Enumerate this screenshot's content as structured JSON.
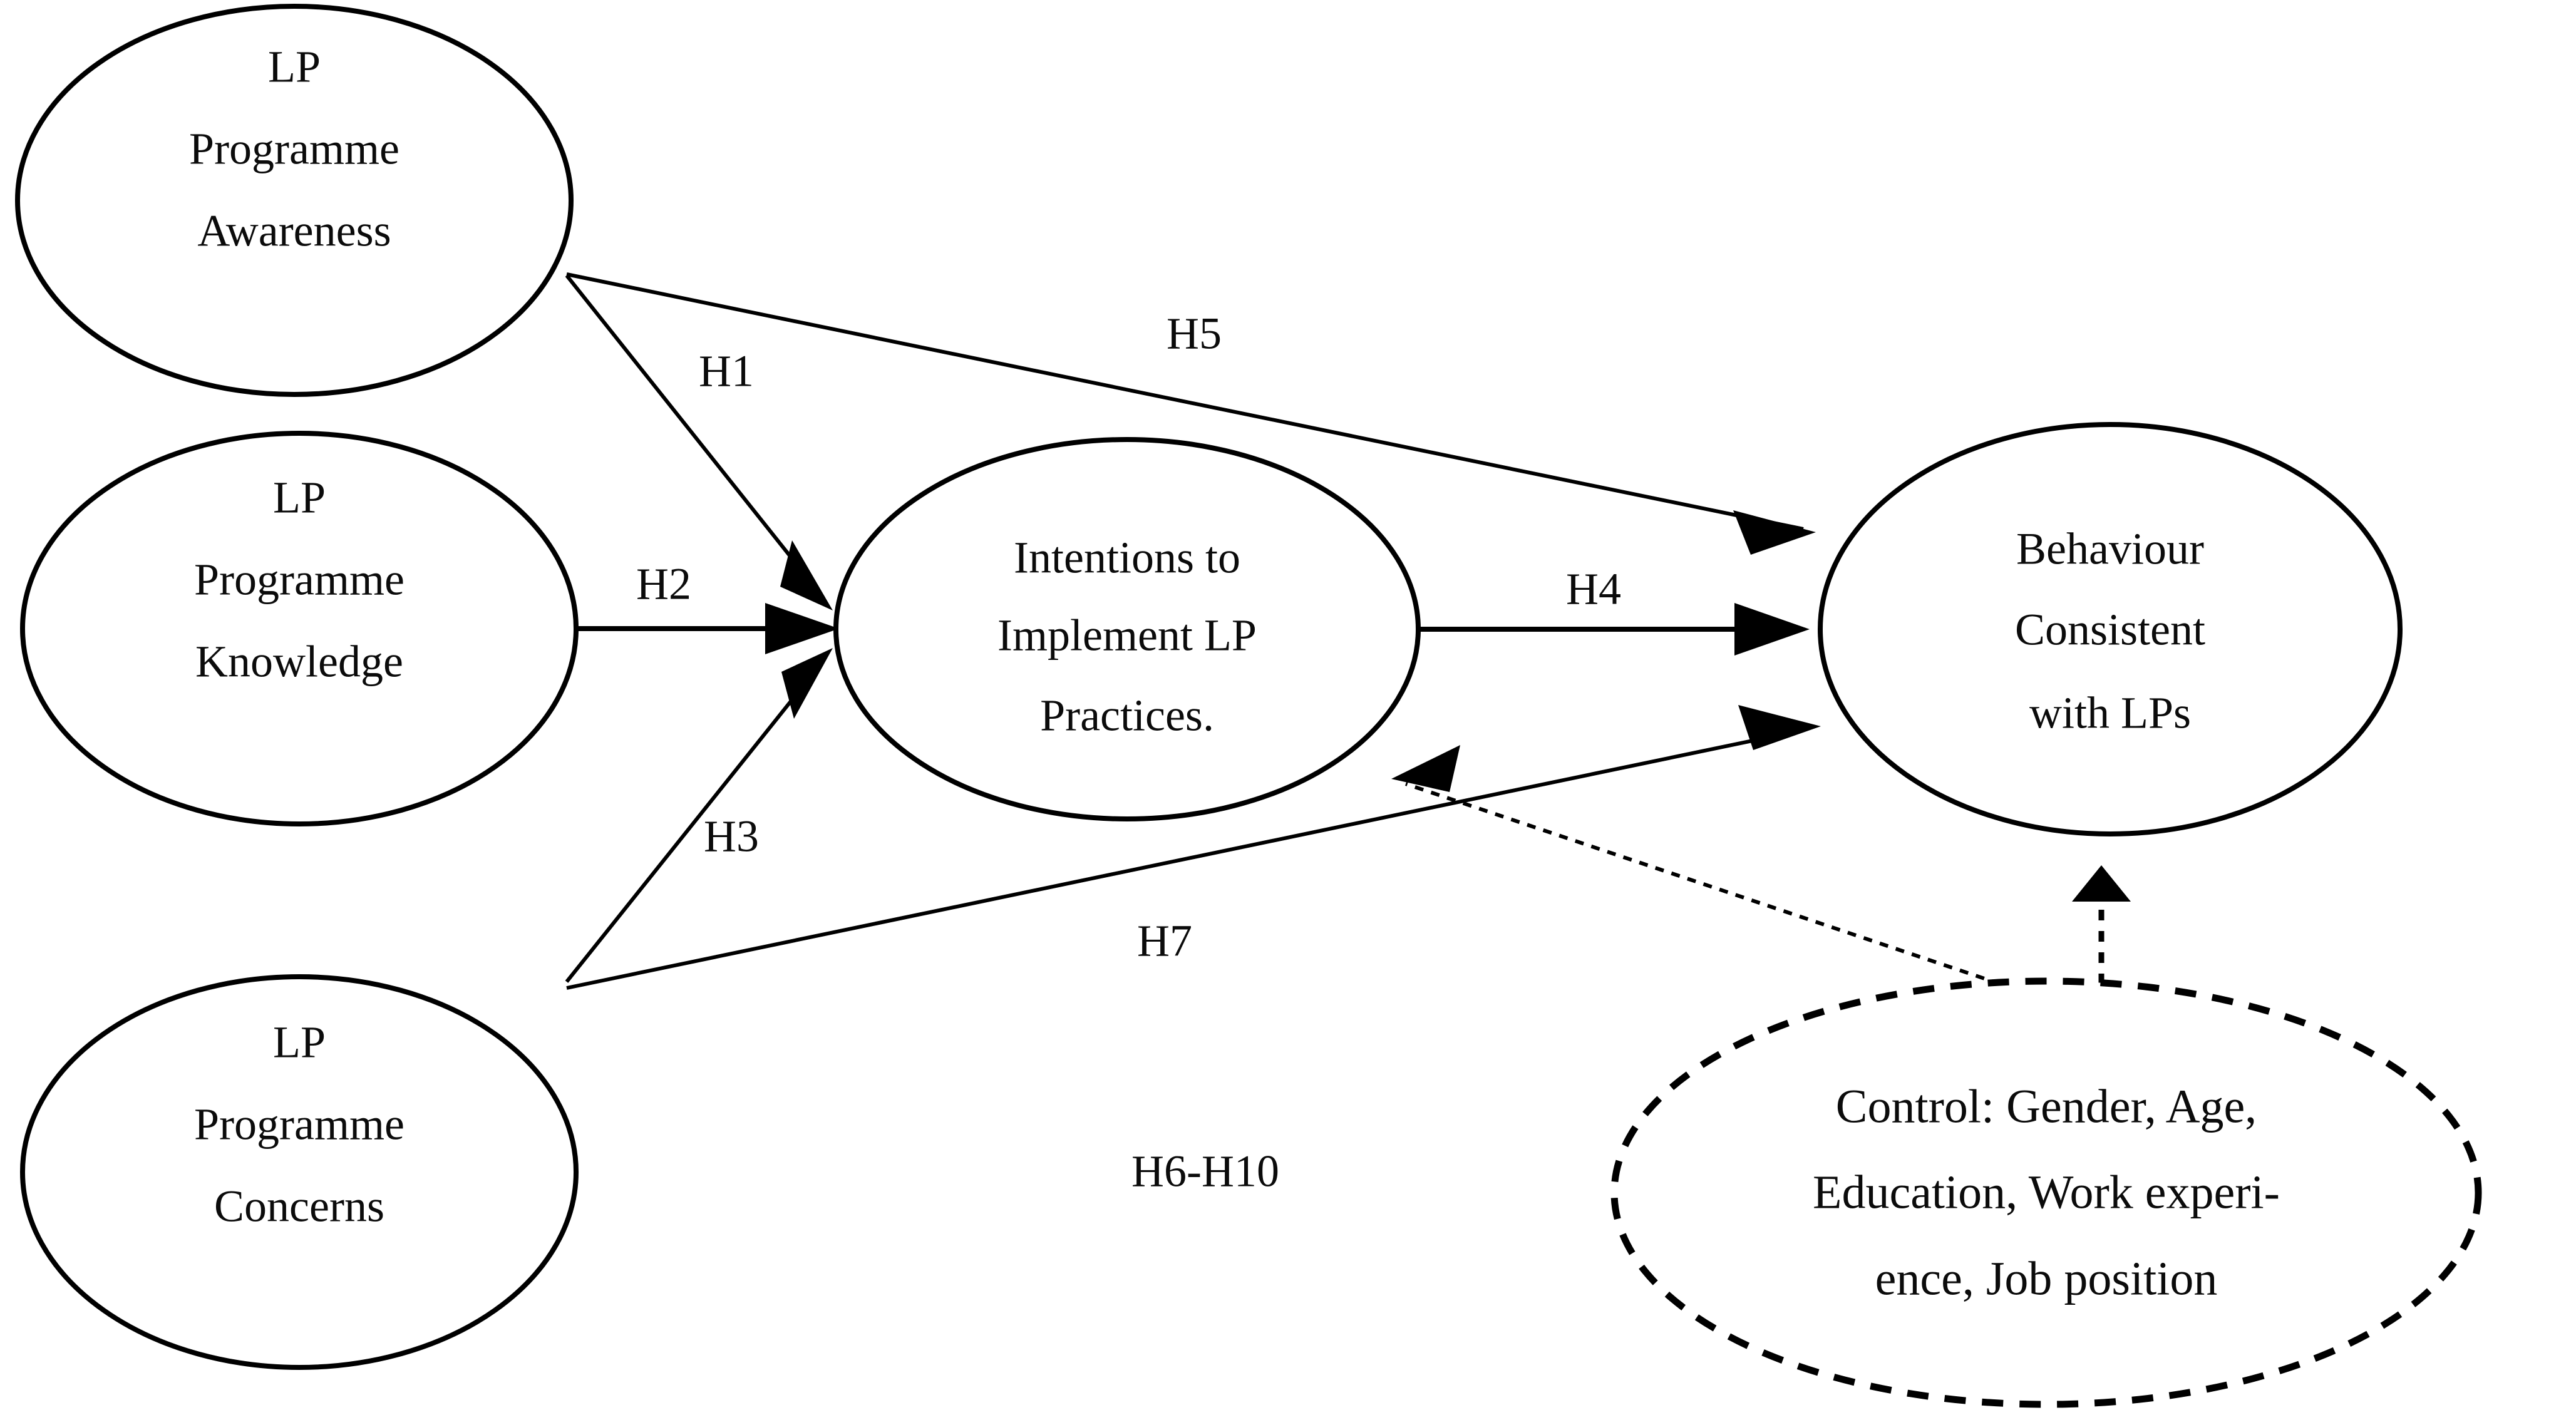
{
  "diagram": {
    "title": "Research model of LP programme constructs and hypotheses",
    "background_color": "#ffffff",
    "stroke_color": "#000000",
    "text_color": "#0b0b0b"
  },
  "nodes": {
    "awareness": {
      "lines": [
        "LP",
        "Programme",
        "Awareness"
      ],
      "line1": "LP",
      "line2": "Programme",
      "line3": "Awareness",
      "border_style": "solid"
    },
    "knowledge": {
      "lines": [
        "LP",
        "Programme",
        "Knowledge"
      ],
      "line1": "LP",
      "line2": "Programme",
      "line3": "Knowledge",
      "border_style": "solid"
    },
    "concerns": {
      "lines": [
        "LP",
        "Programme",
        "Concerns"
      ],
      "line1": "LP",
      "line2": "Programme",
      "line3": "Concerns",
      "border_style": "solid"
    },
    "intentions": {
      "lines": [
        "Intentions to",
        "Implement LP",
        "Practices."
      ],
      "line1": "Intentions to",
      "line2": "Implement LP",
      "line3": "Practices.",
      "border_style": "solid"
    },
    "behaviour": {
      "lines": [
        "Behaviour",
        "Consistent",
        "with LPs"
      ],
      "line1": "Behaviour",
      "line2": "Consistent",
      "line3": "with LPs",
      "border_style": "solid"
    },
    "control": {
      "lines": [
        "Control: Gender, Age,",
        "Education, Work experi-",
        "ence, Job position"
      ],
      "line1": "Control: Gender, Age,",
      "line2": "Education, Work experi-",
      "line3": "ence, Job position",
      "border_style": "dashed"
    }
  },
  "edges": {
    "h1": {
      "label": "H1",
      "from": "awareness",
      "to": "intentions",
      "style": "solid",
      "arrow": "single"
    },
    "h2": {
      "label": "H2",
      "from": "knowledge",
      "to": "intentions",
      "style": "solid",
      "arrow": "single"
    },
    "h3": {
      "label": "H3",
      "from": "concerns",
      "to": "intentions",
      "style": "solid",
      "arrow": "single"
    },
    "h4": {
      "label": "H4",
      "from": "intentions",
      "to": "behaviour",
      "style": "solid",
      "arrow": "single"
    },
    "h5": {
      "label": "H5",
      "from": "awareness",
      "to": "behaviour",
      "style": "solid",
      "arrow": "single"
    },
    "h7": {
      "label": "H7",
      "from": "concerns",
      "to": "behaviour",
      "style": "solid",
      "arrow": "single"
    },
    "h6_h10": {
      "label": "H6-H10",
      "from": "control",
      "to": "intentions",
      "style": "dotted",
      "arrow": "single"
    },
    "control_to_behaviour": {
      "label": "",
      "from": "control",
      "to": "behaviour",
      "style": "dotted",
      "arrow": "single"
    }
  }
}
